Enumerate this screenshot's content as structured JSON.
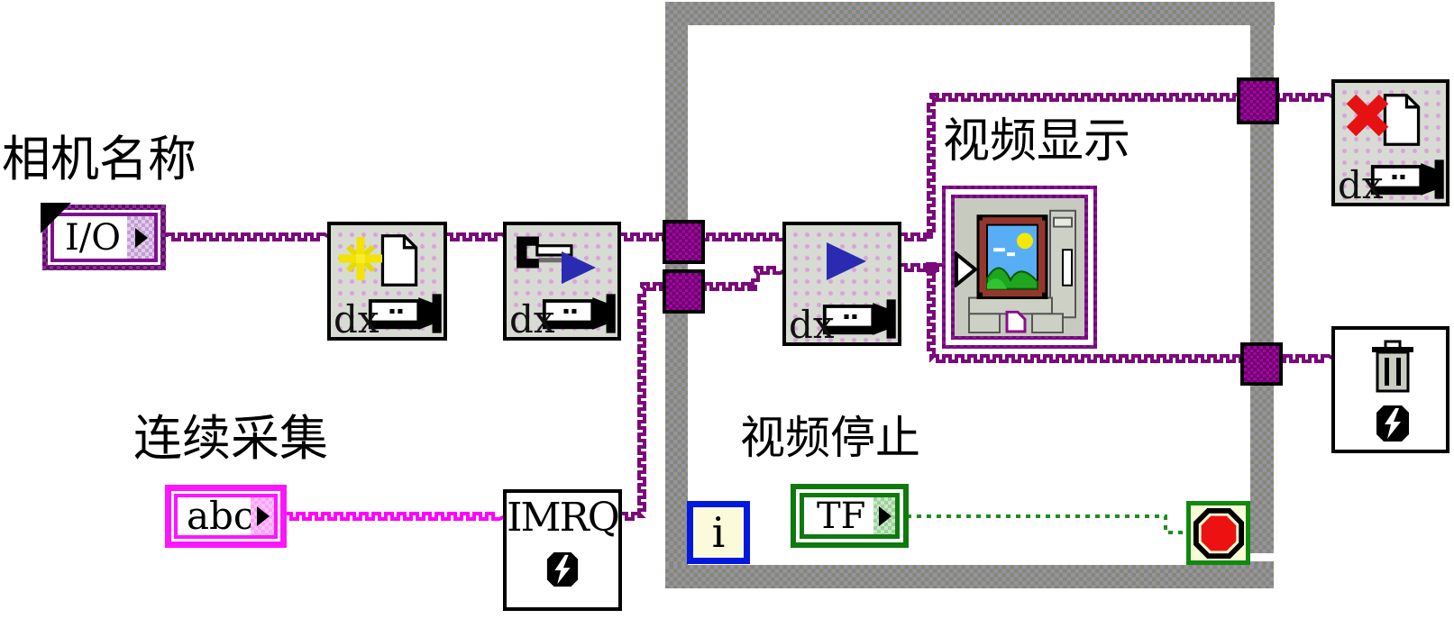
{
  "app": {
    "type": "labview-block-diagram"
  },
  "labels": {
    "camera_name": "相机名称",
    "continuous_acquisition": "连续采集",
    "video_display": "视频显示",
    "video_stop": "视频停止"
  },
  "nodes": {
    "io_control": {
      "text": "I/O"
    },
    "string_control": {
      "text": "abc"
    },
    "stop_control": {
      "text": "TF"
    },
    "iteration_terminal": {
      "text": "i"
    },
    "imrq_node": {
      "text": "IMRQ"
    },
    "open_vi": {
      "label": "dx"
    },
    "configure_vi": {
      "label": "dx"
    },
    "grab_vi": {
      "label": "dx"
    },
    "close_vi": {
      "label": "dx"
    }
  },
  "icons": [
    "camera-icon",
    "sparkle-new-icon",
    "page-icon",
    "key-icon",
    "play-icon",
    "close-x-icon",
    "trash-icon",
    "lightning-icon",
    "image-display-icon",
    "stop-sign-icon",
    "input-arrow-icon",
    "corner-fold-icon",
    "value-arrow-icon"
  ],
  "colors": {
    "session_wire": "#7A0A7A",
    "string_wire": "#FF00FF",
    "boolean_wire": "#1E8C1E",
    "tunnel_fill": "#AA00AA",
    "loop_border_olive": "#7F8B73",
    "loop_border_mauve": "#9C90A5",
    "control_magenta": "#FF14FF",
    "control_green": "#0E7A0E",
    "terminal_blue": "#0018E0",
    "stop_red": "#EE1111",
    "vi_icon_bg": "#D7DBD3"
  }
}
